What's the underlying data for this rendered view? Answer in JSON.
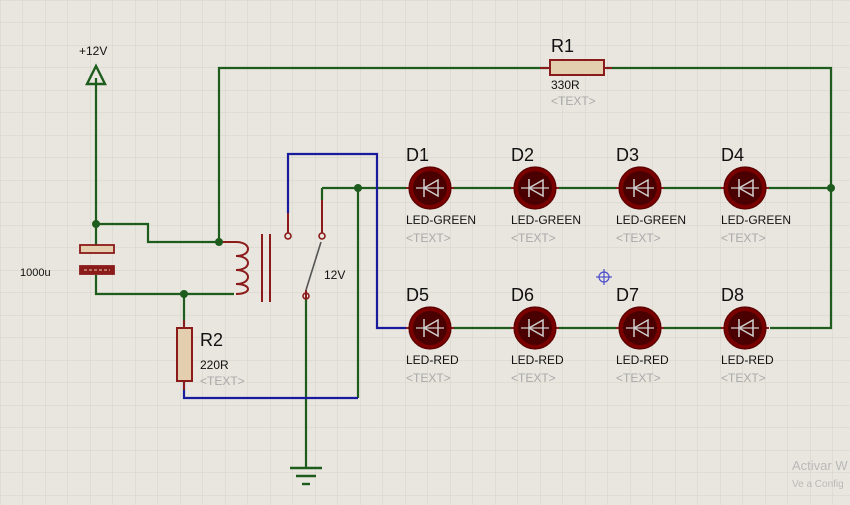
{
  "colors": {
    "background": "#e8e6de",
    "grid": "#d3d1c8",
    "wire_green": "#1e5c1e",
    "wire_blue": "#1a1a9c",
    "component": "#8b1a1a",
    "resistor_fill": "#e3cfae",
    "led_body": "#7a0000",
    "junction": "#1e5c1e"
  },
  "power": {
    "label": "+12V"
  },
  "capacitor": {
    "value": "1000u"
  },
  "relay": {
    "label": "12V"
  },
  "resistors": [
    {
      "name": "R1",
      "value": "330R",
      "text": "<TEXT>"
    },
    {
      "name": "R2",
      "value": "220R",
      "text": "<TEXT>"
    }
  ],
  "leds": [
    {
      "name": "D1",
      "type": "LED-GREEN",
      "text": "<TEXT>"
    },
    {
      "name": "D2",
      "type": "LED-GREEN",
      "text": "<TEXT>"
    },
    {
      "name": "D3",
      "type": "LED-GREEN",
      "text": "<TEXT>"
    },
    {
      "name": "D4",
      "type": "LED-GREEN",
      "text": "<TEXT>"
    },
    {
      "name": "D5",
      "type": "LED-RED",
      "text": "<TEXT>"
    },
    {
      "name": "D6",
      "type": "LED-RED",
      "text": "<TEXT>"
    },
    {
      "name": "D7",
      "type": "LED-RED",
      "text": "<TEXT>"
    },
    {
      "name": "D8",
      "type": "LED-RED",
      "text": "<TEXT>"
    }
  ],
  "watermark": {
    "line1": "Activar W",
    "line2": "Ve a Config"
  }
}
